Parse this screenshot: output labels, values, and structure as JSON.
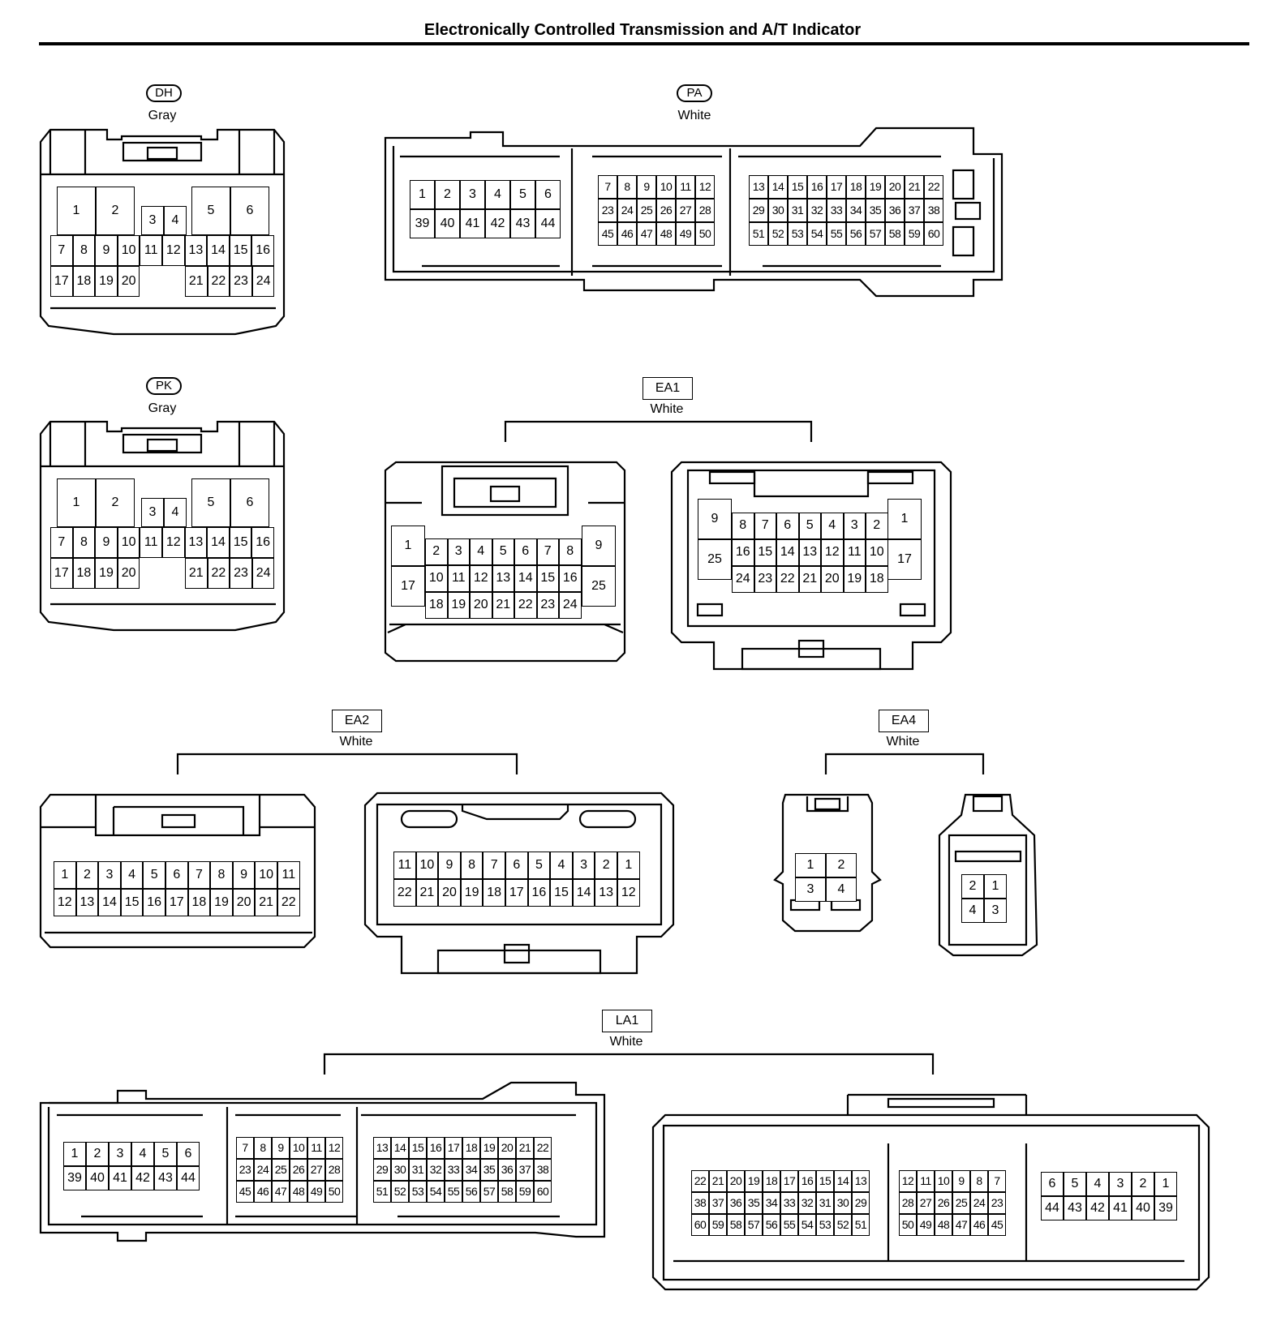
{
  "title": "Electronically Controlled Transmission and A/T Indicator",
  "connectors": [
    {
      "id": "DH",
      "color": "Gray"
    },
    {
      "id": "PA",
      "color": "White"
    },
    {
      "id": "PK",
      "color": "Gray"
    },
    {
      "id": "EA1",
      "color": "White"
    },
    {
      "id": "EA2",
      "color": "White"
    },
    {
      "id": "EA4",
      "color": "White"
    },
    {
      "id": "LA1",
      "color": "White"
    }
  ],
  "pins": {
    "dh": [
      "1",
      "2",
      "3",
      "4",
      "5",
      "6",
      "7",
      "8",
      "9",
      "10",
      "11",
      "12",
      "13",
      "14",
      "15",
      "16",
      "17",
      "18",
      "19",
      "20",
      "21",
      "22",
      "23",
      "24"
    ],
    "pa": [
      "1",
      "2",
      "3",
      "4",
      "5",
      "6",
      "39",
      "40",
      "41",
      "42",
      "43",
      "44",
      "7",
      "8",
      "9",
      "10",
      "11",
      "12",
      "23",
      "24",
      "25",
      "26",
      "27",
      "28",
      "45",
      "46",
      "47",
      "48",
      "49",
      "50",
      "13",
      "14",
      "15",
      "16",
      "17",
      "18",
      "19",
      "20",
      "21",
      "22",
      "29",
      "30",
      "31",
      "32",
      "33",
      "34",
      "35",
      "36",
      "37",
      "38",
      "51",
      "52",
      "53",
      "54",
      "55",
      "56",
      "57",
      "58",
      "59",
      "60"
    ],
    "pk": [
      "1",
      "2",
      "3",
      "4",
      "5",
      "6",
      "7",
      "8",
      "9",
      "10",
      "11",
      "12",
      "13",
      "14",
      "15",
      "16",
      "17",
      "18",
      "19",
      "20",
      "21",
      "22",
      "23",
      "24"
    ],
    "ea1_left": [
      "1",
      "17",
      "2",
      "3",
      "4",
      "5",
      "6",
      "7",
      "8",
      "10",
      "11",
      "12",
      "13",
      "14",
      "15",
      "16",
      "18",
      "19",
      "20",
      "21",
      "22",
      "23",
      "24",
      "9",
      "25"
    ],
    "ea1_right": [
      "9",
      "25",
      "8",
      "7",
      "6",
      "5",
      "4",
      "3",
      "2",
      "16",
      "15",
      "14",
      "13",
      "12",
      "11",
      "10",
      "24",
      "23",
      "22",
      "21",
      "20",
      "19",
      "18",
      "1",
      "17"
    ],
    "ea2_left": [
      "1",
      "2",
      "3",
      "4",
      "5",
      "6",
      "7",
      "8",
      "9",
      "10",
      "11",
      "12",
      "13",
      "14",
      "15",
      "16",
      "17",
      "18",
      "19",
      "20",
      "21",
      "22"
    ],
    "ea2_right": [
      "11",
      "10",
      "9",
      "8",
      "7",
      "6",
      "5",
      "4",
      "3",
      "2",
      "1",
      "22",
      "21",
      "20",
      "19",
      "18",
      "17",
      "16",
      "15",
      "14",
      "13",
      "12"
    ],
    "ea4_left": [
      "1",
      "2",
      "3",
      "4"
    ],
    "ea4_right": [
      "2",
      "1",
      "4",
      "3"
    ],
    "la1_left": [
      "1",
      "2",
      "3",
      "4",
      "5",
      "6",
      "39",
      "40",
      "41",
      "42",
      "43",
      "44",
      "7",
      "8",
      "9",
      "10",
      "11",
      "12",
      "23",
      "24",
      "25",
      "26",
      "27",
      "28",
      "45",
      "46",
      "47",
      "48",
      "49",
      "50",
      "13",
      "14",
      "15",
      "16",
      "17",
      "18",
      "19",
      "20",
      "21",
      "22",
      "29",
      "30",
      "31",
      "32",
      "33",
      "34",
      "35",
      "36",
      "37",
      "38",
      "51",
      "52",
      "53",
      "54",
      "55",
      "56",
      "57",
      "58",
      "59",
      "60"
    ],
    "la1_right": [
      "22",
      "21",
      "20",
      "19",
      "18",
      "17",
      "16",
      "15",
      "14",
      "13",
      "38",
      "37",
      "36",
      "35",
      "34",
      "33",
      "32",
      "31",
      "30",
      "29",
      "60",
      "59",
      "58",
      "57",
      "56",
      "55",
      "54",
      "53",
      "52",
      "51",
      "12",
      "11",
      "10",
      "9",
      "8",
      "7",
      "28",
      "27",
      "26",
      "25",
      "24",
      "23",
      "50",
      "49",
      "48",
      "47",
      "46",
      "45",
      "6",
      "5",
      "4",
      "3",
      "2",
      "1",
      "44",
      "43",
      "42",
      "41",
      "40",
      "39"
    ]
  }
}
